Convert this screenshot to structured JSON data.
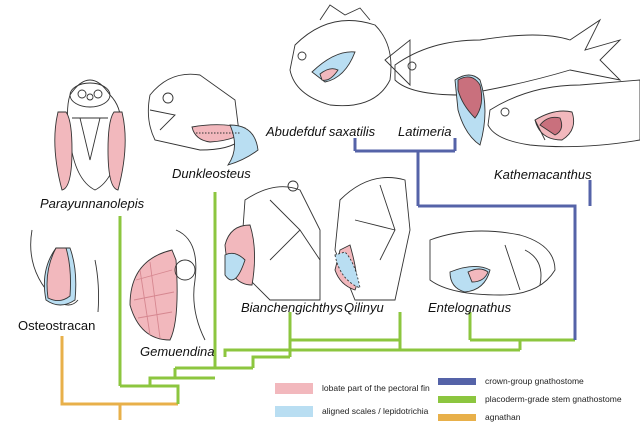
{
  "taxa": {
    "parayunnanolepis": "Parayunnanolepis",
    "dunkleosteus": "Dunkleosteus",
    "abudefduf": "Abudefduf saxatilis",
    "latimeria": "Latimeria",
    "kathemacanthus": "Kathemacanthus",
    "osteostracan": "Osteostracan",
    "gemuendina": "Gemuendina",
    "bianchengichthys": "Bianchengichthys",
    "qilinyu": "Qilinyu",
    "entelognathus": "Entelognathus"
  },
  "legend": {
    "lobate": "lobate part of the pectoral fin",
    "aligned": "aligned scales / lepidotrichia",
    "crown": "crown-group gnathostome",
    "placoderm": "placoderm-grade stem gnathostome",
    "agnathan": "agnathan"
  },
  "colors": {
    "lobate": "#f2b8bd",
    "aligned": "#b9def2",
    "crown": "#5563a8",
    "placoderm": "#8cc63f",
    "agnathan": "#e8b04a"
  }
}
